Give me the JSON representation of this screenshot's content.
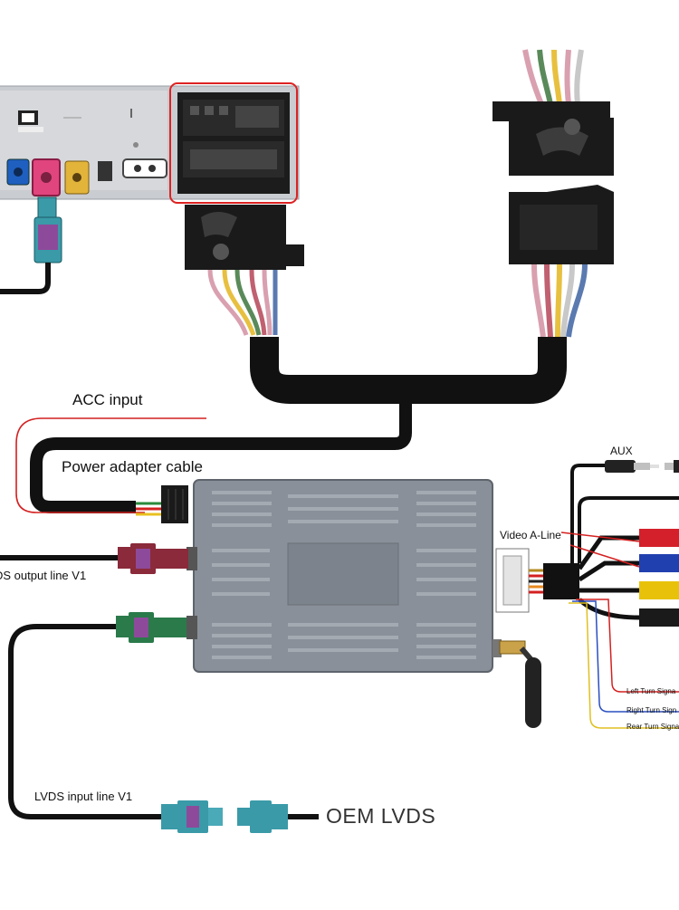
{
  "labels": {
    "acc_input": "ACC input",
    "power_adapter_cable": "Power adapter cable",
    "lvds_output_line": "DS output line V1",
    "lvds_input_line": "LVDS input line V1",
    "oem_lvds": "OEM LVDS",
    "aux": "AUX",
    "video_a_line": "Video A-Line",
    "left_turn_signal": "Left Turn Signa",
    "right_turn_signal": "Right Turn Sign",
    "rear_turn_signal": "Rear Turn Signa"
  },
  "colors": {
    "cable": "#111111",
    "acc_wire": "#d42020",
    "fakra_pink": "#e0457d",
    "fakra_blue": "#1f5fbf",
    "fakra_yellow": "#e2b43a",
    "fakra_teal": "#3a9aa8",
    "fakra_violet": "#8e4a9a",
    "fakra_bordeaux": "#8a2a3a",
    "fakra_green": "#2a7a4a",
    "box_gray": "#8a9099",
    "rca_red": "#d4202a",
    "rca_blue": "#2140b0",
    "rca_yellow": "#e8c20a",
    "wire_blue": "#2a4fc0",
    "wire_yellow": "#e0c020"
  },
  "icons": [
    "radio-head-unit",
    "quadlock-connector",
    "interface-box",
    "fakra-connector",
    "antenna",
    "rca-connector",
    "audio-jack"
  ]
}
